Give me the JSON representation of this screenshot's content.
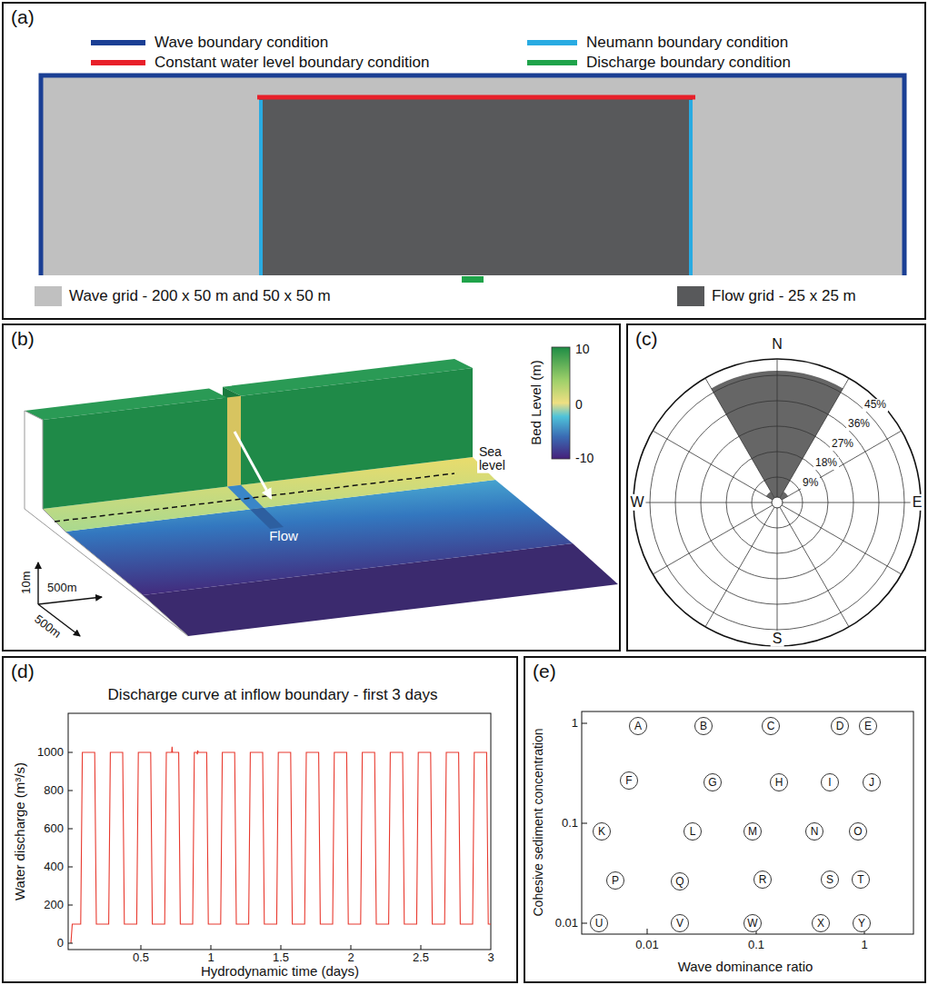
{
  "diagram": {
    "nodes": [
      {
        "text": [
          "(a)"
        ]
      },
      {
        "text": [
          "(b)"
        ]
      },
      {
        "text": [
          "(c)"
        ]
      },
      {
        "text": [
          "(d)"
        ]
      },
      {
        "text": [
          "(e)"
        ]
      },
      {
        "text": [
          "A"
        ],
        "in": 4
      },
      {
        "text": [
          "B"
        ],
        "in": 4
      },
      {
        "text": [
          "C"
        ],
        "in": 4
      },
      {
        "text": [
          "D"
        ],
        "in": 4
      },
      {
        "text": [
          "E"
        ],
        "in": 4
      },
      {
        "text": [
          "F"
        ],
        "in": 4
      },
      {
        "text": [
          "G"
        ],
        "in": 4
      },
      {
        "text": [
          "H"
        ],
        "in": 4
      },
      {
        "text": [
          "I"
        ],
        "in": 4
      },
      {
        "text": [
          "J"
        ],
        "in": 4
      },
      {
        "text": [
          "K"
        ],
        "in": 4
      },
      {
        "text": [
          "L"
        ],
        "in": 4
      },
      {
        "text": [
          "M"
        ],
        "in": 4
      },
      {
        "text": [
          "N"
        ],
        "in": 4
      },
      {
        "text": [
          "O"
        ],
        "in": 4
      },
      {
        "text": [
          "P"
        ],
        "in": 4
      },
      {
        "text": [
          "Q"
        ],
        "in": 4
      },
      {
        "text": [
          "R"
        ],
        "in": 4
      },
      {
        "text": [
          "S"
        ],
        "in": 4
      },
      {
        "text": [
          "T"
        ],
        "in": 4
      },
      {
        "text": [
          "U"
        ],
        "in": 4
      },
      {
        "text": [
          "V"
        ],
        "in": 4
      },
      {
        "text": [
          "W"
        ],
        "in": 4
      },
      {
        "text": [
          "X"
        ],
        "in": 4
      },
      {
        "text": [
          "Y"
        ],
        "in": 4
      }
    ],
    "labels": [
      "Sea level",
      "Flow",
      "Bed Level (m)",
      "10",
      "0",
      "-10",
      "10m",
      "500m",
      "500m",
      "N",
      "W",
      "E",
      "S",
      "45%",
      "36%",
      "27%",
      "18%",
      "9%",
      "Discharge curve at inflow boundary - first 3 days",
      "Water discharge (m³/s)",
      "1000",
      "800",
      "600",
      "400",
      "200",
      "0",
      "0.5",
      "1",
      "1.5",
      "2",
      "2.5",
      "3",
      "Hydrodynamic time (days)",
      "Cohesive sediment concentration",
      "1",
      "0.1",
      "0.01",
      "0.01",
      "0.1",
      "1",
      "Wave dominance ratio"
    ],
    "legend": [
      {
        "text": "Wave boundary condition",
        "color": "#1b3f94"
      },
      {
        "text": "Neumann boundary condition",
        "color": "#29abe2"
      },
      {
        "text": "Constant water level boundary condition",
        "color": "#e8202a"
      },
      {
        "text": "Discharge boundary condition",
        "color": "#1fa34a"
      },
      {
        "text": "Wave grid - 200 x 50 m and 50 x 50 m",
        "color": "#c0c0c0"
      },
      {
        "text": "Flow grid - 25 x 25 m",
        "color": "#58595b"
      }
    ]
  }
}
